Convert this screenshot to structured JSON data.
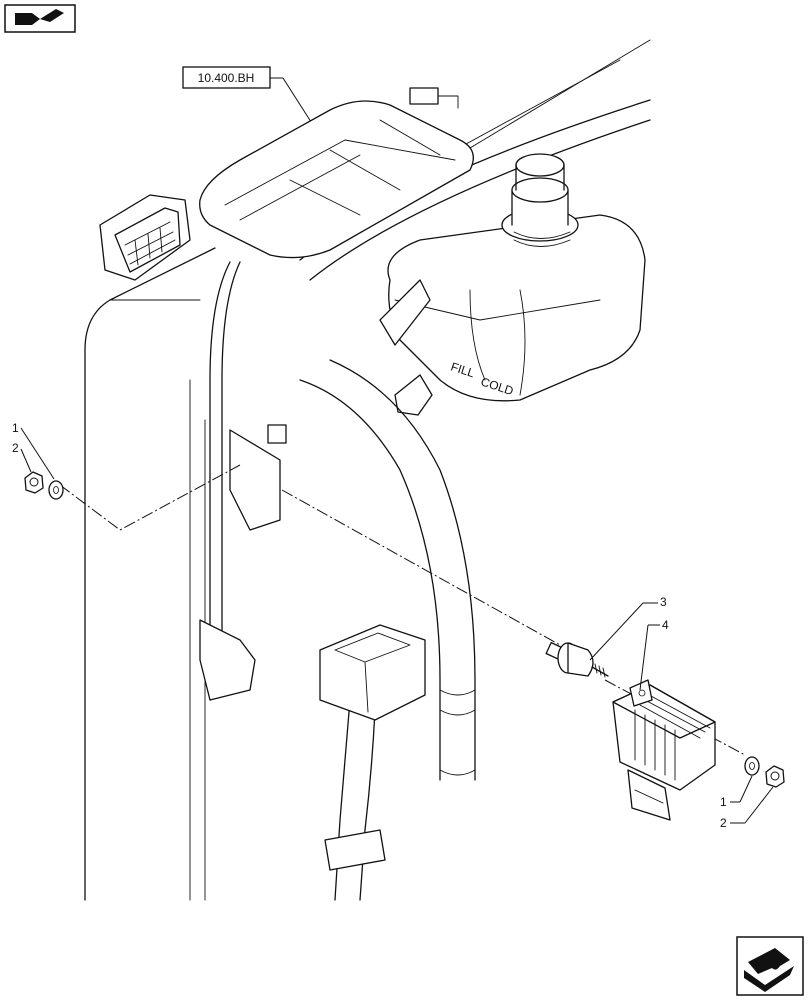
{
  "reference_box": {
    "label": "10.400.BH"
  },
  "tank_labels": {
    "fill": "FILL",
    "cold": "COLD"
  },
  "callouts": {
    "left_washer": "1",
    "left_nut": "2",
    "stud": "3",
    "module": "4",
    "right_washer": "1",
    "right_nut": "2"
  },
  "icons": {
    "top_left": "view-direction-icon",
    "bottom_right": "return-arrow-icon"
  }
}
